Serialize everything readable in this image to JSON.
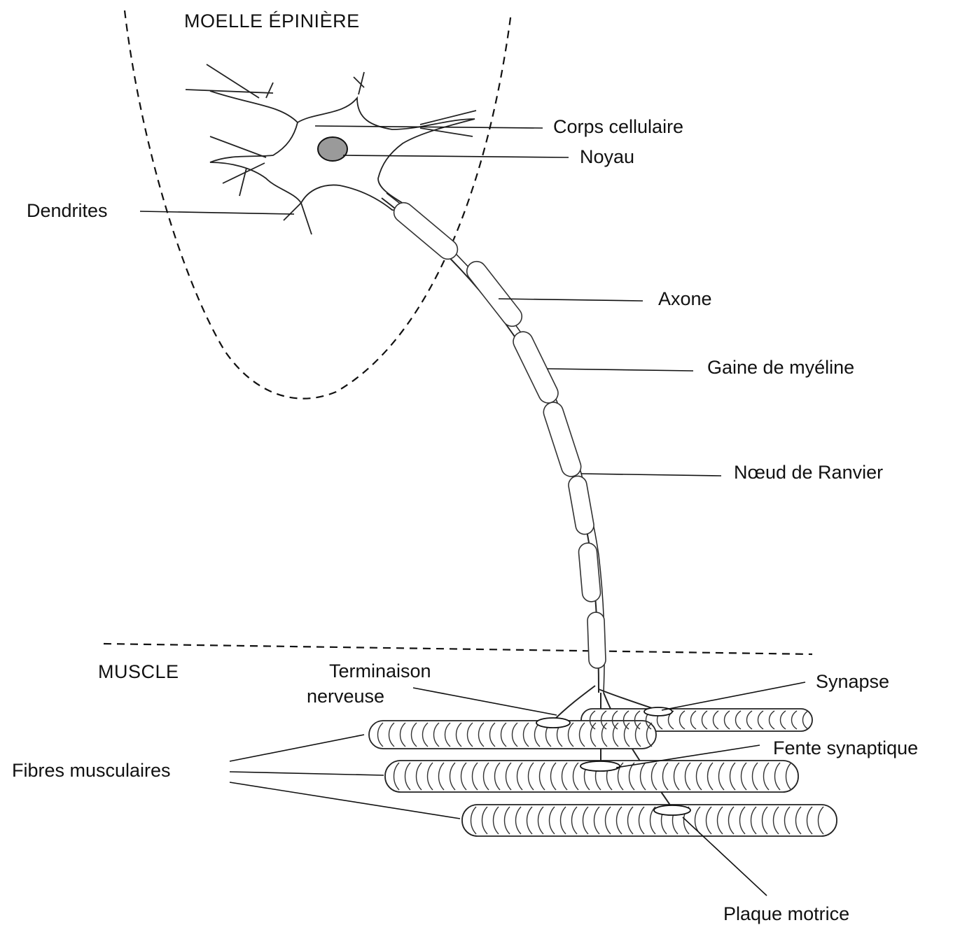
{
  "regions": {
    "spinal_cord": "MOELLE ÉPINIÈRE",
    "muscle": "MUSCLE"
  },
  "labels": {
    "cell_body": "Corps cellulaire",
    "nucleus": "Noyau",
    "dendrites": "Dendrites",
    "axon": "Axone",
    "myelin_sheath": "Gaine de myéline",
    "node_of_ranvier": "Nœud de Ranvier",
    "nerve_ending_line1": "Terminaison",
    "nerve_ending_line2": "nerveuse",
    "synapse": "Synapse",
    "synaptic_cleft": "Fente synaptique",
    "muscle_fibers": "Fibres musculaires",
    "motor_end_plate": "Plaque motrice"
  }
}
